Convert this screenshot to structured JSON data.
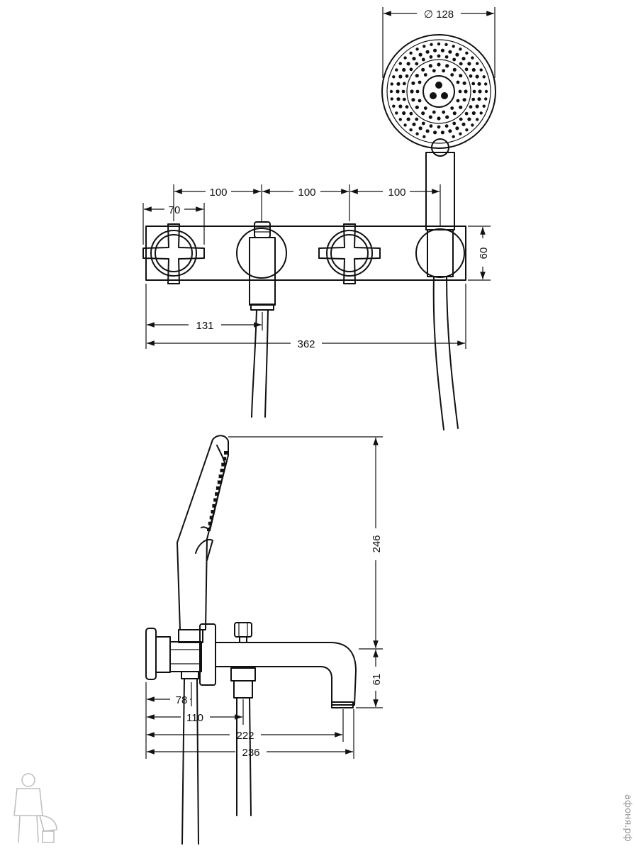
{
  "front_view": {
    "dims": {
      "diameter": "∅ 128",
      "spacing_1": "100",
      "spacing_2": "100",
      "spacing_3": "100",
      "handle_width": "70",
      "height": "60",
      "offset": "131",
      "total_width": "362"
    }
  },
  "side_view": {
    "dims": {
      "handshower_height": "246",
      "spout_height": "61",
      "d78": "78",
      "d110": "110",
      "d222": "222",
      "d236": "236"
    }
  },
  "watermark": {
    "text": "афоня.рф"
  }
}
